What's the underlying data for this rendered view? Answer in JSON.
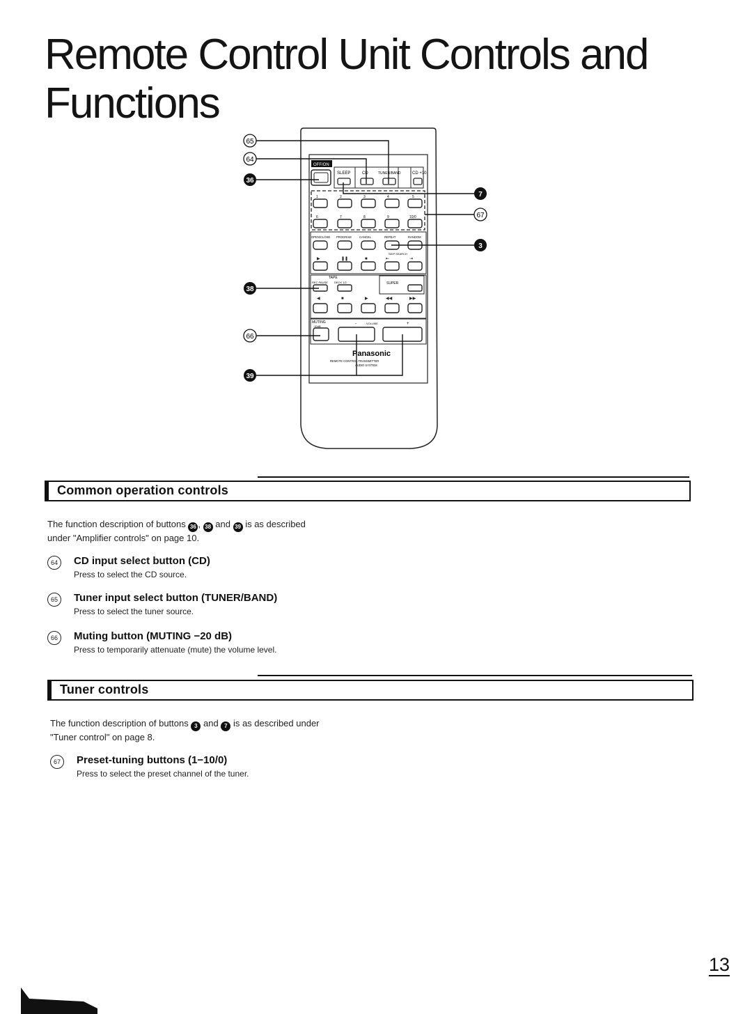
{
  "page": {
    "title_line1": "Remote Control Unit Controls and",
    "title_line2": "Functions",
    "page_number": "13"
  },
  "remote": {
    "brand": "Panasonic",
    "caption_line1": "REMOTE CONTROL TRANSMITTER",
    "caption_line2": "AUDIO SYSTEM",
    "top_labels": [
      "OFF/ON",
      "SLEEP",
      "CD",
      "TUNER/BAND",
      "CD +10"
    ],
    "number_row1": [
      "1",
      "2",
      "3",
      "4",
      "5"
    ],
    "number_row2": [
      "6",
      "7",
      "8",
      "9",
      "10/0"
    ],
    "cd_labels": [
      "OPEN/CLOSE",
      "PROGRAM",
      "CANCEL",
      "REPEAT",
      "RANDOM"
    ],
    "skip_search_label": "SKIP SEARCH",
    "tape_label": "TAPE",
    "tape_sub_labels": [
      "REC PAUSE",
      "DECK 1/2"
    ],
    "super_label": "SUPER",
    "muting_label": "MUTING",
    "muting_sub": "-20dB",
    "volume_label": "VOLUME",
    "volume_minus": "-",
    "volume_plus": "+",
    "callouts": {
      "c65": "65",
      "c64": "64",
      "c36": "36",
      "c7": "7",
      "c67": "67",
      "c3": "3",
      "c38": "38",
      "c66": "66",
      "c39": "39"
    }
  },
  "common": {
    "heading": "Common operation controls",
    "intro_a": "The function description of buttons",
    "intro_sep": ",",
    "intro_and": "and",
    "intro_b": "is as described",
    "intro_line2": "under \"Amplifier controls\" on page 10.",
    "ref_a": "36",
    "ref_b": "38",
    "ref_c": "39",
    "items": [
      {
        "num": "64",
        "head": "CD input select button (CD)",
        "desc": "Press to select the CD source."
      },
      {
        "num": "65",
        "head": "Tuner input select button (TUNER/BAND)",
        "desc": "Press to select the tuner source."
      },
      {
        "num": "66",
        "head": "Muting button (MUTING −20 dB)",
        "desc": "Press to temporarily attenuate (mute) the volume level."
      }
    ]
  },
  "tuner": {
    "heading": "Tuner controls",
    "intro_a": "The function description of buttons",
    "intro_and": "and",
    "intro_b": "is as described under",
    "intro_line2": "\"Tuner control\" on page 8.",
    "ref_a": "3",
    "ref_b": "7",
    "items": [
      {
        "num": "67",
        "head": "Preset-tuning buttons (1−10/0)",
        "desc": "Press to select the preset channel of the tuner."
      }
    ]
  }
}
